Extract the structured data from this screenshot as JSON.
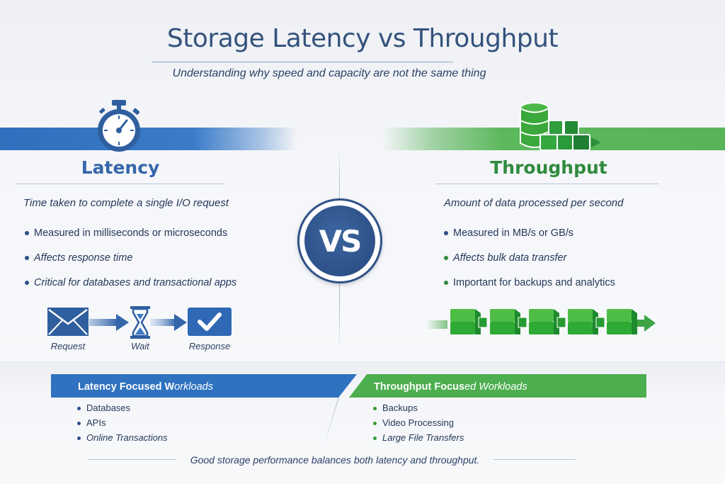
{
  "header": {
    "title": "Storage Latency vs Throughput",
    "subtitle": "Understanding why speed and capacity are not the same thing"
  },
  "latency": {
    "icon": "stopwatch-icon",
    "title": "Latency",
    "description": "Time taken to complete a single I/O request",
    "bullets": [
      "Measured in milliseconds or microseconds",
      "Affects response time",
      "Critical for databases and transactional apps"
    ],
    "flow": [
      {
        "icon": "envelope-icon",
        "label": "Request"
      },
      {
        "icon": "hourglass-icon",
        "label": "Wait"
      },
      {
        "icon": "checkmark-icon",
        "label": "Response"
      }
    ],
    "color": "#3466aa"
  },
  "vs_badge": "VS",
  "throughput": {
    "icon": "database-blocks-icon",
    "title": "Throughput",
    "description": "Amount of data processed per second",
    "bullets": [
      "Measured in MB/s or GB/s",
      "Affects bulk data transfer",
      "Important for backups and analytics"
    ],
    "flow_blocks": 5,
    "color": "#2f8a3d"
  },
  "workloads": {
    "latency": {
      "title_bold": "Latency Focused W",
      "title_italic": "orkloads",
      "items": [
        "Databases",
        "APIs",
        "Online Transactions"
      ]
    },
    "throughput": {
      "title_bold": "Throughput Focus",
      "title_italic": "ed Workloads",
      "items": [
        "Backups",
        "Video Processing",
        "Large File Transfers"
      ]
    }
  },
  "footer": "Good storage performance balances both latency and throughput."
}
